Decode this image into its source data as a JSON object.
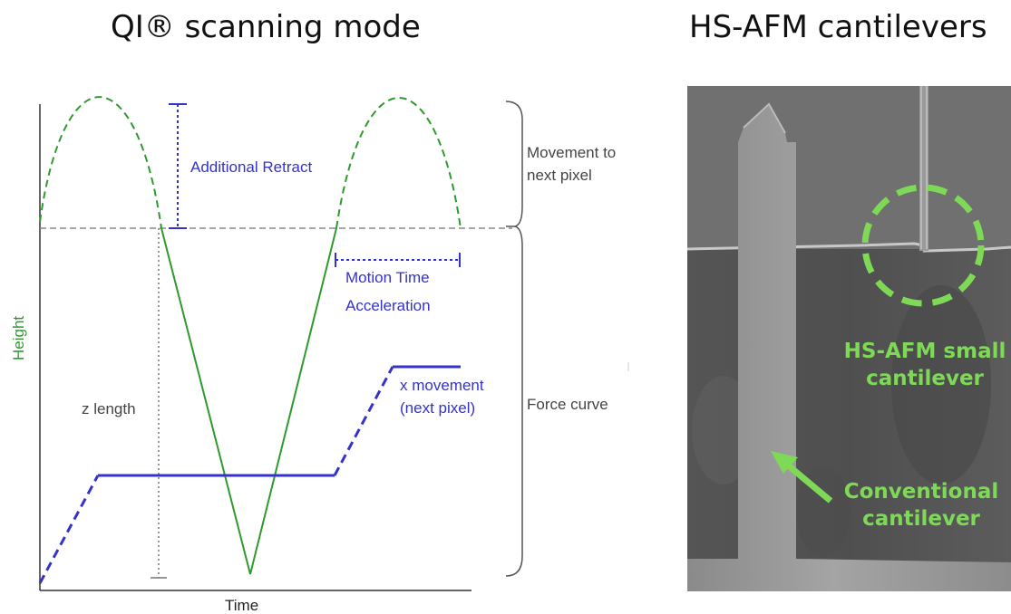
{
  "left_panel": {
    "title": "QI® scanning mode",
    "axis_x_label": "Time",
    "axis_y_label": "Height",
    "labels": {
      "additional_retract": "Additional Retract",
      "motion_time": "Motion Time",
      "acceleration": "Acceleration",
      "x_movement_line1": "x movement",
      "x_movement_line2": "(next pixel)",
      "z_length": "z length"
    },
    "braces": {
      "movement_line1": "Movement to",
      "movement_line2": "next pixel",
      "force_curve": "Force curve"
    },
    "colors": {
      "height_curve": "#2e9a2e",
      "x_movement": "#3333cc",
      "guides": "#888888"
    }
  },
  "right_panel": {
    "title": "HS-AFM cantilevers",
    "small_cantilever_line1": "HS-AFM small",
    "small_cantilever_line2": "cantilever",
    "conventional_line1": "Conventional",
    "conventional_line2": "cantilever",
    "highlight_color": "#7ed957"
  }
}
